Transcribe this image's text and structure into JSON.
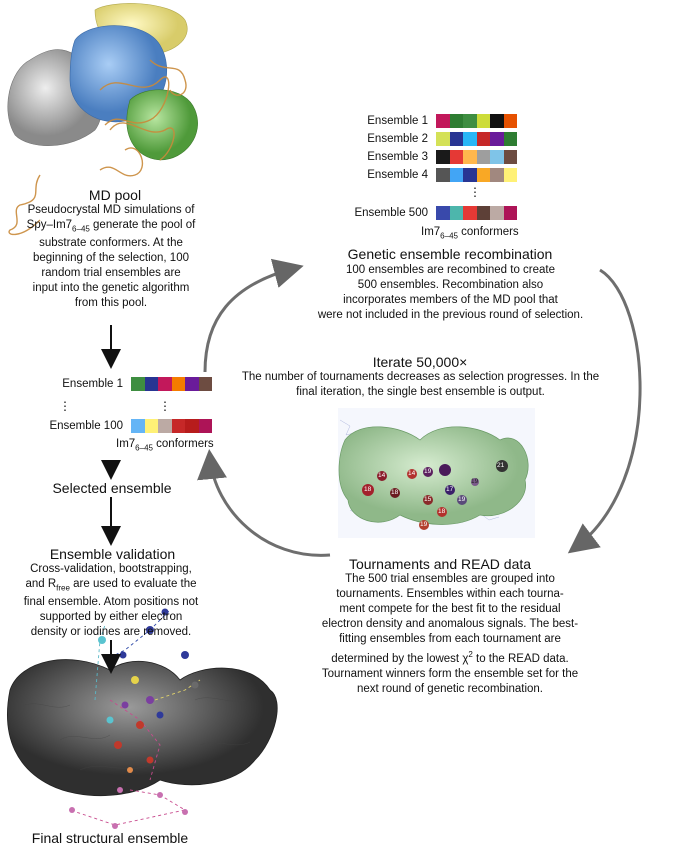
{
  "md_pool": {
    "title": "MD pool",
    "lines": [
      "Pseudocrystal MD simulations of",
      "Spy–Im7",
      "6–45",
      " generate the pool of",
      "substrate conformers. At the",
      "beginning of the selection, 100",
      "random trial ensembles are",
      "input into the genetic algorithm",
      "from this pool."
    ]
  },
  "ensembles_top": {
    "rows": [
      {
        "label": "Ensemble 1",
        "colors": [
          "#c2185b",
          "#2e7d32",
          "#3e8e41",
          "#cddc39",
          "#111111",
          "#e65100"
        ]
      },
      {
        "label": "Ensemble 2",
        "colors": [
          "#d4e157",
          "#283593",
          "#29b6f6",
          "#c62828",
          "#6a1b9a",
          "#2e7d32"
        ]
      },
      {
        "label": "Ensemble 3",
        "colors": [
          "#1a1a1a",
          "#e53935",
          "#ffb74d",
          "#9e9e9e",
          "#7fc4e8",
          "#6d4c41"
        ]
      },
      {
        "label": "Ensemble 4",
        "colors": [
          "#555555",
          "#42a5f5",
          "#283593",
          "#f9a825",
          "#a1887f",
          "#fff176"
        ]
      },
      {
        "label": "Ensemble 500",
        "colors": [
          "#3949ab",
          "#4db6ac",
          "#e53935",
          "#5d4037",
          "#bcaaa4",
          "#ad1457"
        ]
      }
    ],
    "ellipsis": "⋮",
    "caption_main": "Im7",
    "caption_sub": "6–45",
    "caption_rest": " conformers"
  },
  "recombination": {
    "title": "Genetic ensemble recombination",
    "lines": [
      "100 ensembles are recombined to create",
      "500 ensembles. Recombination also",
      "incorporates members of the MD pool that",
      "were not included in the previous round of selection."
    ]
  },
  "iterate": {
    "title": "Iterate 50,000×",
    "lines": [
      "The number of tournaments decreases as selection progresses. In the",
      "final iteration, the single best ensemble is output."
    ]
  },
  "ensembles_left": {
    "rows": [
      {
        "label": "Ensemble 1",
        "colors": [
          "#3e8e41",
          "#283593",
          "#c2185b",
          "#f57c00",
          "#6a1b9a",
          "#6d4c41"
        ]
      },
      {
        "label": "Ensemble 100",
        "colors": [
          "#64b5f6",
          "#fff176",
          "#bcaaa4",
          "#c62828",
          "#b71c1c",
          "#ad1457"
        ]
      }
    ],
    "ellipsis": "⋮",
    "caption_main": "Im7",
    "caption_sub": "6–45",
    "caption_rest": " conformers"
  },
  "selected": {
    "title": "Selected ensemble"
  },
  "validation": {
    "title": "Ensemble validation",
    "lines": [
      "Cross-validation, bootstrapping,",
      "and R",
      "free",
      " are used to evaluate the",
      "final ensemble. Atom positions not",
      "supported by either electron",
      "density or iodines are removed."
    ]
  },
  "final": {
    "title": "Final structural ensemble"
  },
  "tournaments": {
    "title": "Tournaments and READ data",
    "lines": [
      "The 500 trial ensembles are grouped into",
      "tournaments. Ensembles within each tourna-",
      "ment compete for the best fit to the residual",
      "electron density and anomalous signals. The best-",
      "fitting ensembles from each tournament are",
      "determined by the lowest χ",
      "2",
      " to the READ data.",
      "Tournament winners form the ensemble set for the",
      "next round of genetic recombination."
    ]
  },
  "residue_labels": [
    "18",
    "14",
    "14",
    "19",
    "21",
    "18",
    "17",
    "19",
    "19",
    "15",
    "18",
    "19"
  ]
}
